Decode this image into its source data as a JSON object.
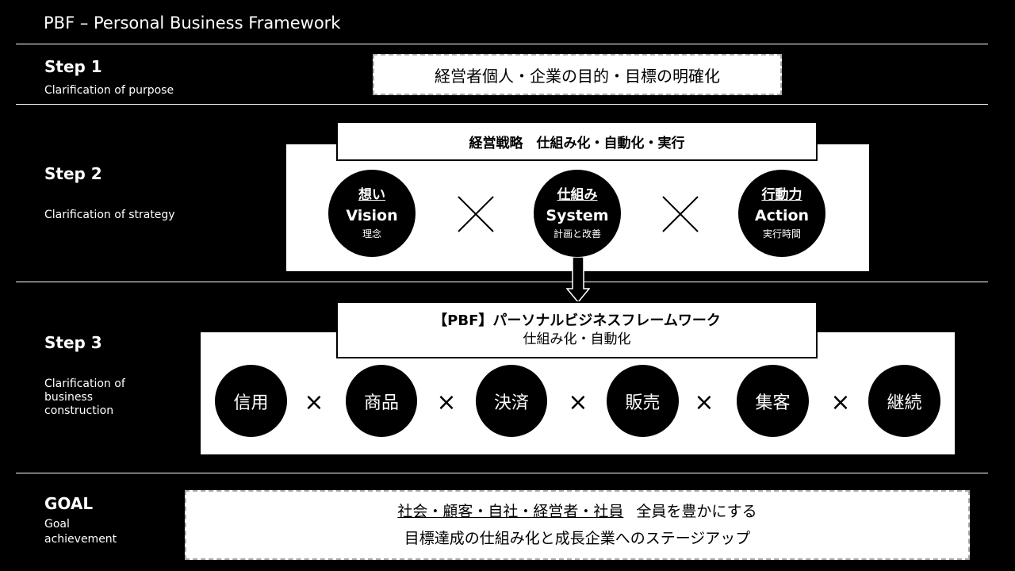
{
  "header": {
    "title": "PBF – Personal Business Framework"
  },
  "step1": {
    "heading": "Step 1",
    "subtitle": "Clarification of purpose",
    "box_text": "経営者個人・企業の目的・目標の明確化"
  },
  "step2": {
    "heading": "Step 2",
    "subtitle": "Clarification of strategy",
    "header_text": "経営戦略　仕組み化・自動化・実行",
    "circles": [
      {
        "jp": "想い",
        "en": "Vision",
        "sub": "理念"
      },
      {
        "jp": "仕組み",
        "en": "System",
        "sub": "計画と改善"
      },
      {
        "jp": "行動力",
        "en": "Action",
        "sub": "実行時間"
      }
    ]
  },
  "step3": {
    "heading": "Step 3",
    "subtitle_lines": [
      "Clarification of",
      "business",
      "construction"
    ],
    "header_title": "【PBF】パーソナルビジネスフレームワーク",
    "header_sub": "仕組み化・自動化",
    "circles": [
      "信用",
      "商品",
      "決済",
      "販売",
      "集客",
      "継続"
    ],
    "times": "×"
  },
  "goal": {
    "heading": "GOAL",
    "subtitle_lines": [
      "Goal",
      "achievement"
    ],
    "line1_underlined": "社会・顧客・自社・経営者・社員",
    "line1_rest": "全員を豊かにする",
    "line2": "目標達成の仕組み化と成長企業へのステージアップ"
  }
}
